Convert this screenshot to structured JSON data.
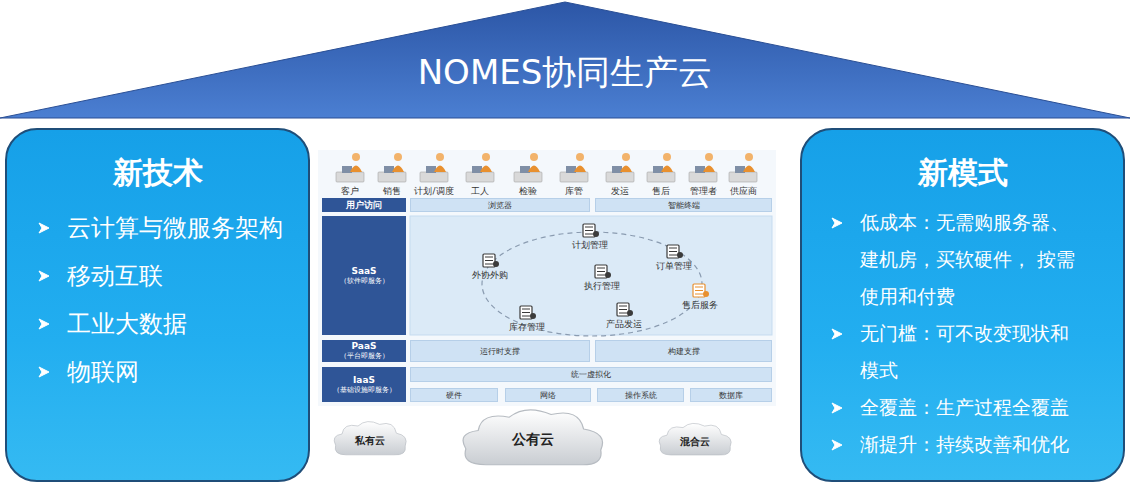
{
  "diagram": {
    "nodes": [
      {
        "text": [
          "NOMES协同生产云"
        ]
      },
      {
        "text": [
          "新技术",
          "云计算与微服务架构",
          "移动互联",
          "工业大数据",
          "物联网"
        ]
      },
      {
        "text": [
          "新模式",
          "低成本：无需购服务器、建机房，买软硬件， 按需使用和付费",
          "无门槛：可不改变现状和模式",
          "全覆盖：生产过程全覆盖",
          "渐提升：持续改善和优化"
        ]
      },
      {
        "text": [
          "用户访问"
        ]
      },
      {
        "text": [
          "浏览器"
        ]
      },
      {
        "text": [
          "智能终端"
        ]
      },
      {
        "text": [
          "SaaS",
          "（软件即服务）"
        ]
      },
      {
        "text": [
          "PaaS",
          "（平台即服务）"
        ]
      },
      {
        "text": [
          "运行时支撑"
        ]
      },
      {
        "text": [
          "构建支撑"
        ]
      },
      {
        "text": [
          "IaaS",
          "（基础设施即服务）"
        ]
      },
      {
        "text": [
          "统一虚拟化"
        ]
      },
      {
        "text": [
          "硬件"
        ]
      },
      {
        "text": [
          "网络"
        ]
      },
      {
        "text": [
          "操作系统"
        ]
      },
      {
        "text": [
          "数据库"
        ]
      },
      {
        "text": [
          "私有云"
        ]
      },
      {
        "text": [
          "公有云"
        ]
      },
      {
        "text": [
          "混合云"
        ]
      }
    ],
    "labels": [
      "客户",
      "销售",
      "计划/调度",
      "工人",
      "检验",
      "库管",
      "发运",
      "售后",
      "管理者",
      "供应商",
      "计划管理",
      "订单管理",
      "外协外购",
      "执行管理",
      "售后服务",
      "库存管理",
      "产品发运"
    ]
  }
}
